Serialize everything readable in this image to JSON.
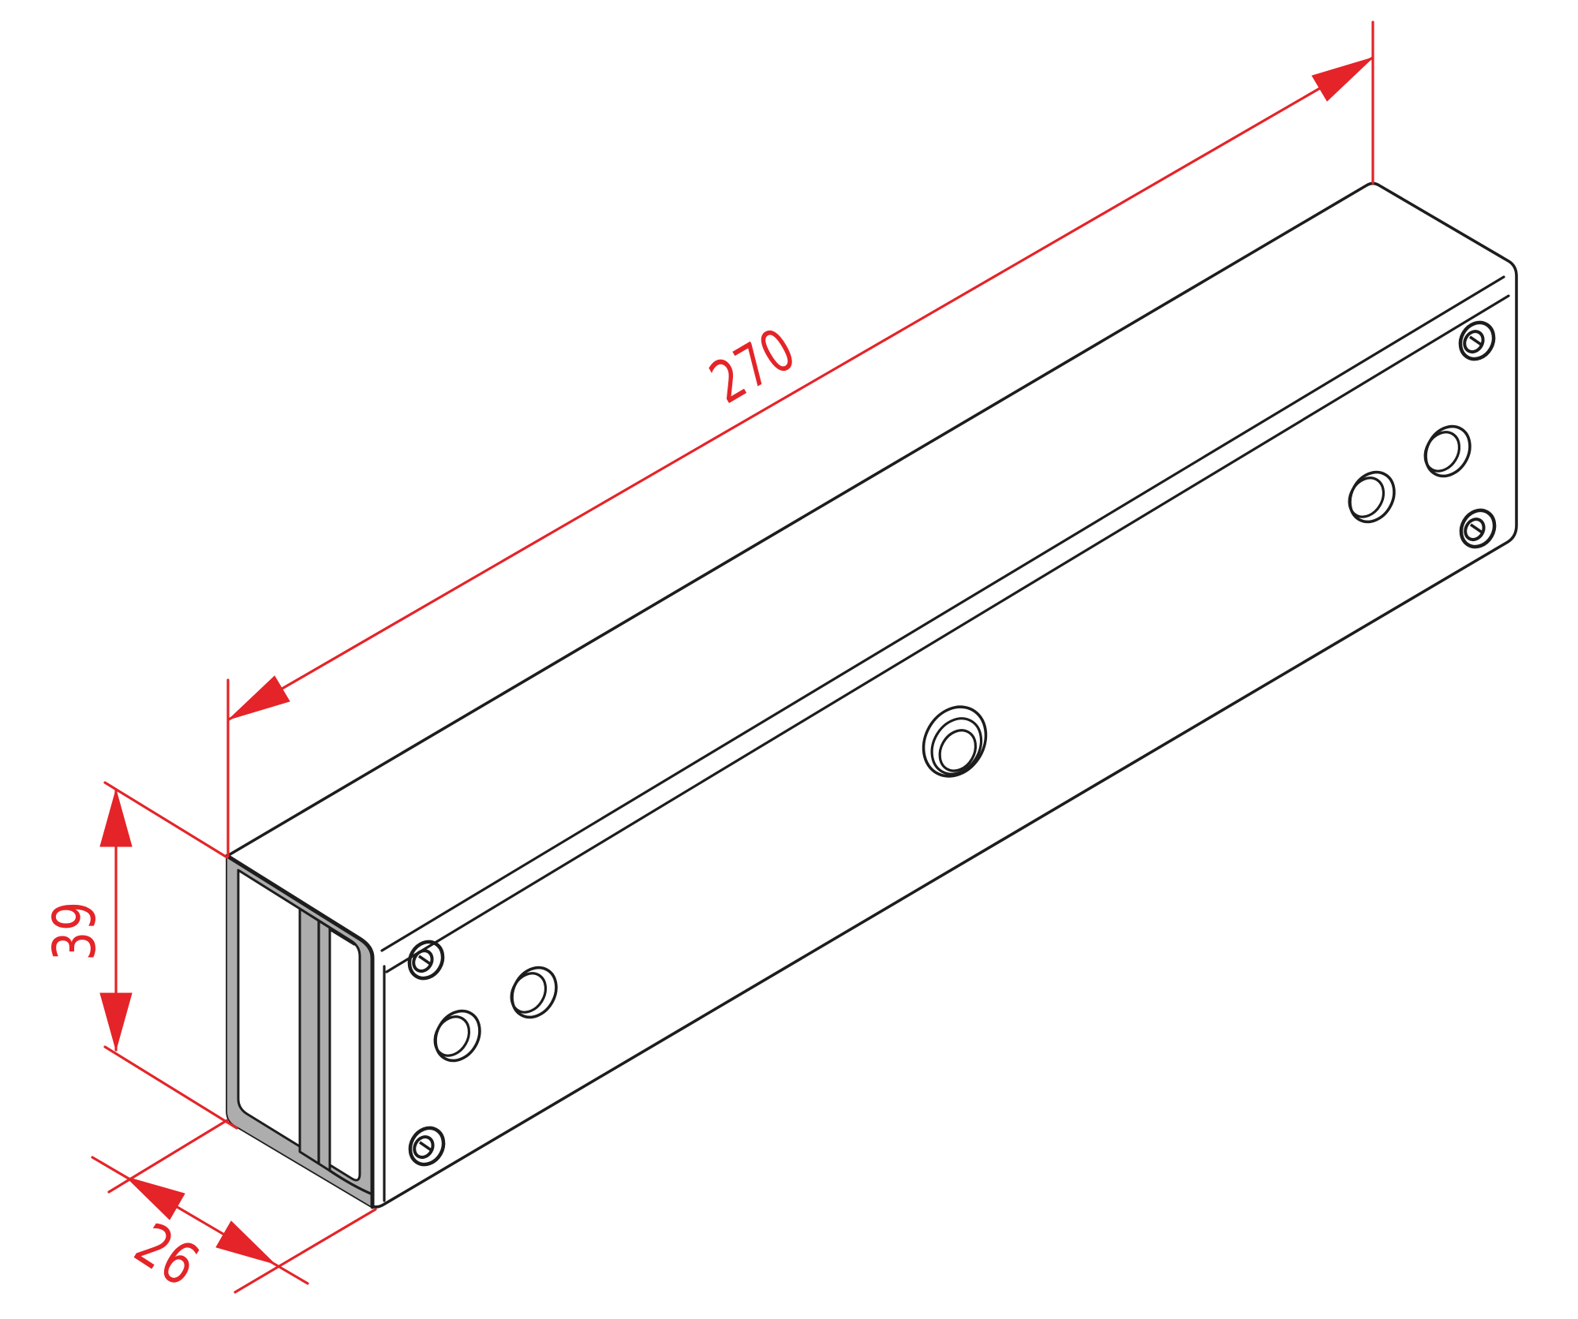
{
  "document": {
    "kind": "isometric-dimensioned-technical-drawing",
    "part": "u-channel-mounting-bracket",
    "background_color": "#ffffff",
    "edge_color": "#1d1d1d",
    "surface_shade_color": "#adadad",
    "dimension_color": "#e42428"
  },
  "dimensions": {
    "length": {
      "label": "270"
    },
    "height": {
      "label": "39"
    },
    "depth": {
      "label": "26"
    }
  },
  "features": {
    "hole_count": 9,
    "hole_types": "countersunk screw holes and through holes on side face"
  }
}
